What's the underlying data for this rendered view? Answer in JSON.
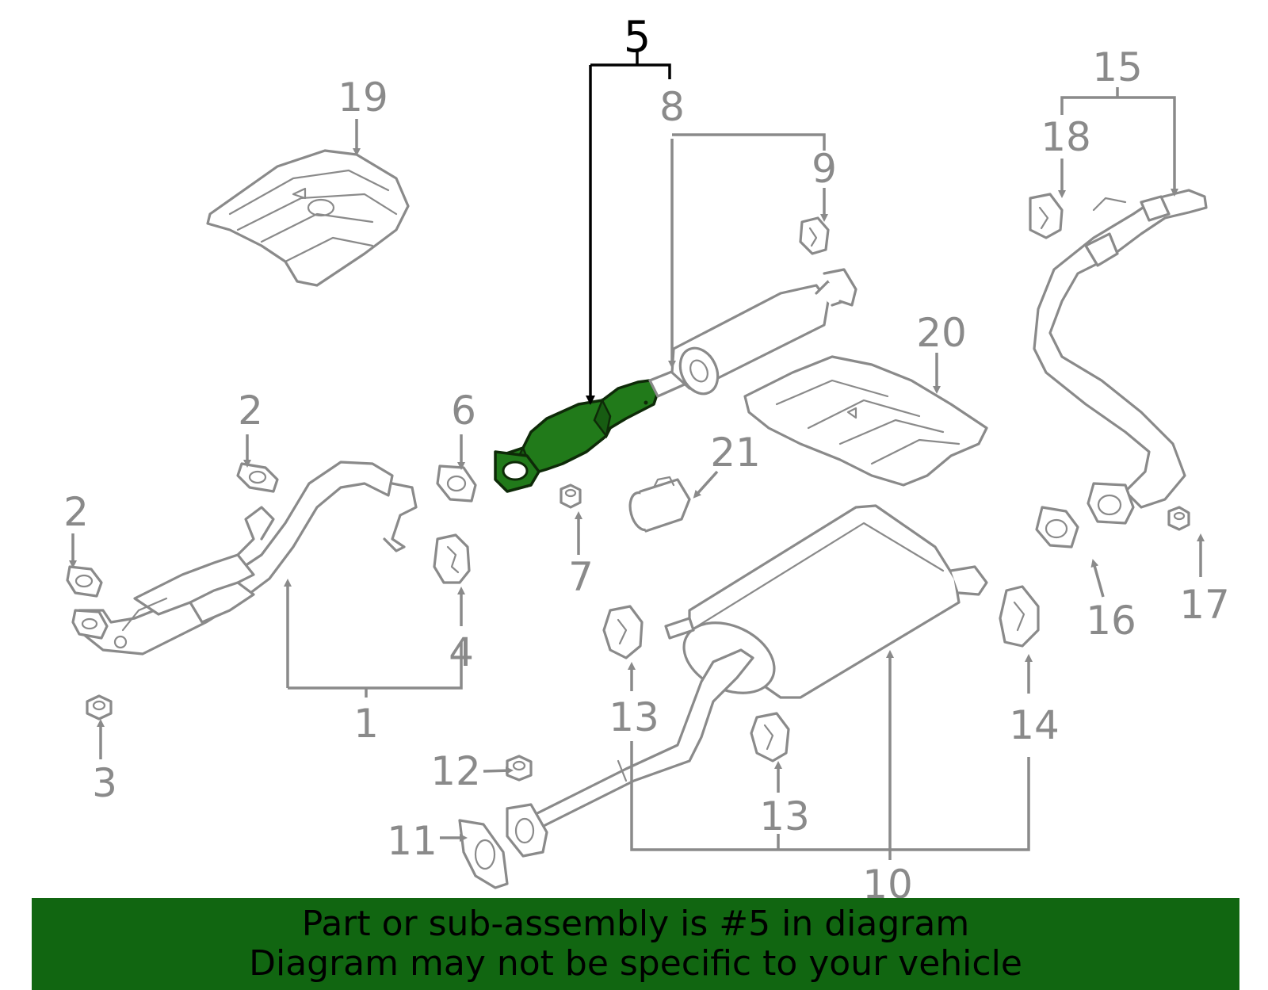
{
  "highlight": {
    "part_number": "5",
    "color": "#217a1a"
  },
  "callouts": {
    "c1": "1",
    "c2a": "2",
    "c2b": "2",
    "c3": "3",
    "c4": "4",
    "c5": "5",
    "c6": "6",
    "c7": "7",
    "c8": "8",
    "c9": "9",
    "c10": "10",
    "c11": "11",
    "c12": "12",
    "c13a": "13",
    "c13b": "13",
    "c14": "14",
    "c15": "15",
    "c16": "16",
    "c17": "17",
    "c18": "18",
    "c19": "19",
    "c20": "20",
    "c21": "21"
  },
  "banner": {
    "line1": "Part or sub-assembly is #5 in diagram",
    "line2": "Diagram may not be specific to your vehicle",
    "background": "#116611"
  }
}
